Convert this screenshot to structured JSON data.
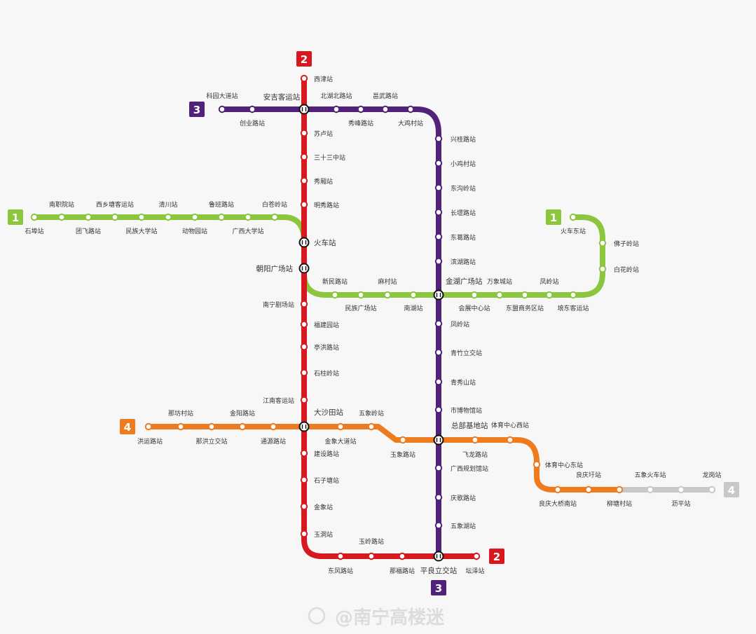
{
  "colors": {
    "line1": "#8cc63f",
    "line2": "#d7191f",
    "line3": "#52217a",
    "line4": "#ee7b1e",
    "line4_future": "#c8c8c8",
    "background": "#f7f7f7"
  },
  "badges": {
    "line1": "1",
    "line2": "2",
    "line3": "3",
    "line4": "4"
  },
  "watermark": "@南宁高楼迷",
  "stations": {
    "s2_xijin": "西津站",
    "s2_yuhu": "苏卢站",
    "s2_sanshisan": "三十三中站",
    "s2_xiuling": "秀厢站",
    "s2_mingxiu": "明秀路站",
    "huochezhan": "火车站",
    "chaoyang": "朝阳广场站",
    "s2_nanning_chaochang": "南宁剧场站",
    "s2_fujian": "福建园站",
    "s2_tinghong": "亭洪路站",
    "s2_shizhuling": "石柱岭站",
    "s2_jiangnan": "江南客运站",
    "dashatian": "大沙田站",
    "s2_jianzheng": "建设路站",
    "s2_shizitang": "石子塘站",
    "s2_jinxiang": "金象站",
    "s2_yudong": "玉洞站",
    "s2_dongfeng": "东风路站",
    "s2_yuling": "玉岭路站",
    "s2_nafu": "那福路站",
    "pingliang": "平良立交站",
    "s2_tanze": "坛泽站",
    "s3_keyuan": "科园大道站",
    "s3_chuangye": "创业路站",
    "anji": "安吉客运站",
    "s3_beihubei": "北湖北路站",
    "s3_xiuling": "秀峰路站",
    "s3_xiwu": "邕武路站",
    "s3_dajiang": "大鸡村站",
    "s3_xinggui": "兴桂路站",
    "s3_xiaoji": "小鸡村站",
    "s3_dongzhou": "东沟岭站",
    "s3_changgang": "长堽路站",
    "s3_dongge": "东葛路站",
    "s3_qinghu": "滨湖路站",
    "jinhu": "金湖广场站",
    "s3_zhuxi": "凤岭站",
    "s3_qingzhu": "青竹立交站",
    "s3_qingxiu": "青秀山站",
    "s3_bowuguan": "市博物馆站",
    "zongbu": "总部基地站",
    "s3_guangxi": "广西规划馆站",
    "s3_qingge": "庆歌路站",
    "s3_wuxiang": "五象湖站",
    "s1_shibu": "石埠站",
    "s1_nanzhi": "南职院站",
    "s1_tuanfei": "团飞路站",
    "s1_xixiangtang": "西乡塘客运站",
    "s1_minzu_daxue": "民族大学站",
    "s1_qingchuan": "清川站",
    "s1_dongwuyuan": "动物园站",
    "s1_baisha": "鲁班路站",
    "s1_guangxi_daxue": "广西大学站",
    "s1_baicang": "白苍岭站",
    "s1_xinmin": "新民路站",
    "s1_minzu_guangchang": "民族广场站",
    "s1_mancun": "麻村站",
    "s1_nanhu": "南湖站",
    "s1_huizhan": "会展中心站",
    "s1_wanxiang": "万象城站",
    "s1_dongmeng": "东盟商务区站",
    "s1_fengling": "凤岭站",
    "s1_langdong": "埌东客运站",
    "s1_huochedong": "火车东站",
    "s1_fozi": "佛子岭站",
    "s1_baihua": "白花岭站",
    "s4_hongyun": "洪运路站",
    "s4_nafang": "那坊村站",
    "s4_nahong": "那洪立交站",
    "s4_jinyang": "金阳路站",
    "s4_tongyuan": "通源路站",
    "s4_jinxiangdadao": "金象大道站",
    "s4_wuxiangling": "五象岭站",
    "s4_yuxiang": "玉象路站",
    "s4_feilong": "飞龙路站",
    "s4_tiyu_xi": "体育中心西站",
    "s4_tiyu_dong": "体育中心东站",
    "s4_liangqing_daqiao": "良庆大桥南站",
    "s4_liangqing_fang": "良庆圩站",
    "s4_liutang": "柳塘村站",
    "s4_wuxiang_huoche": "五象火车站",
    "s4_liping": "沥平站",
    "s4_longgang": "龙岗站"
  }
}
